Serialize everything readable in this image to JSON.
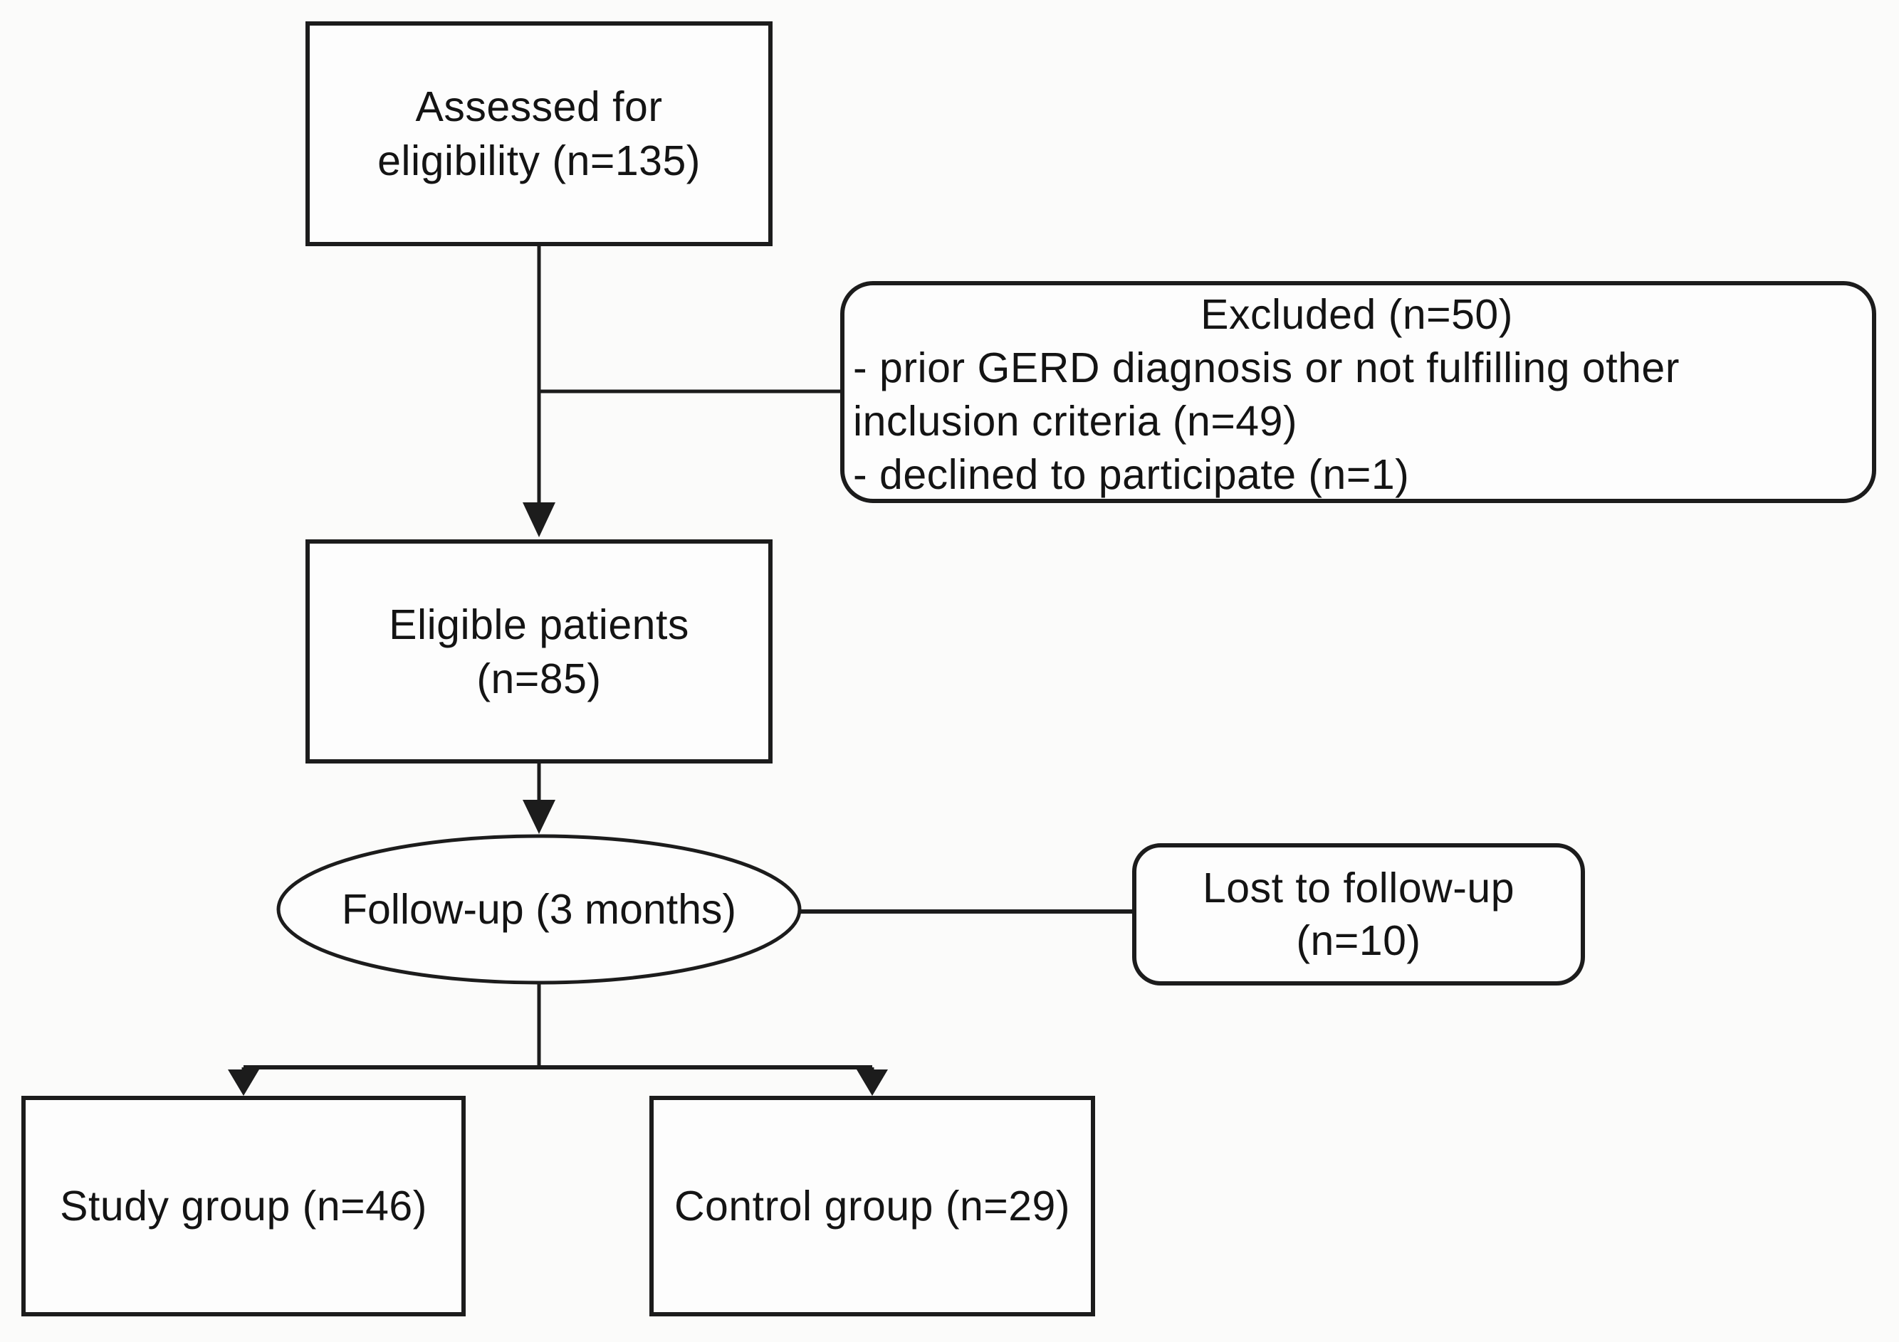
{
  "diagram": {
    "type": "patient-flowchart",
    "styles": {
      "line_color": "#1c1c1c",
      "box_fill": "#fdfdfd",
      "background": "#fbfbfa",
      "text_color": "#141414"
    },
    "nodes": {
      "assessed": {
        "shape": "rectangle",
        "lines": [
          "Assessed for",
          "eligibility (n=135)"
        ]
      },
      "excluded": {
        "shape": "rounded-rectangle",
        "title": "Excluded (n=50)",
        "lines": [
          "- prior GERD diagnosis or not fulfilling other",
          "inclusion criteria (n=49)",
          "- declined to participate (n=1)"
        ]
      },
      "eligible": {
        "shape": "rectangle",
        "lines": [
          "Eligible patients",
          "(n=85)"
        ]
      },
      "followup": {
        "shape": "ellipse",
        "label": "Follow-up (3 months)"
      },
      "lost": {
        "shape": "rounded-rectangle",
        "lines": [
          "Lost to follow-up",
          "(n=10)"
        ]
      },
      "study": {
        "shape": "rectangle",
        "label": "Study group (n=46)"
      },
      "control": {
        "shape": "rectangle",
        "label": "Control group (n=29)"
      }
    }
  }
}
